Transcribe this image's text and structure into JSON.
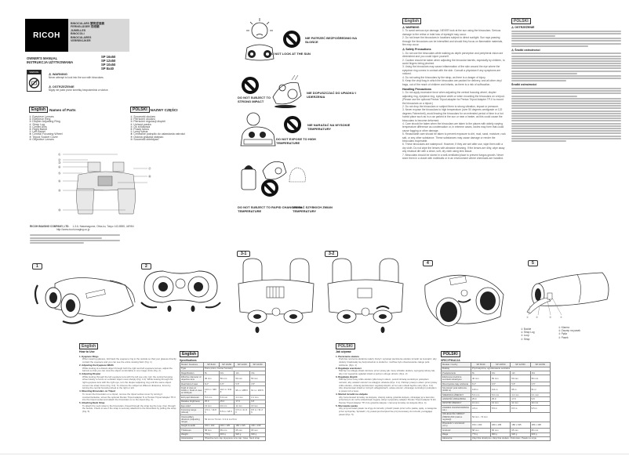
{
  "brand": {
    "logo": "RICOH",
    "product_names": [
      "BINOCULARS 雙筒望遠鏡",
      "FERNGLÄSER 双眼鏡",
      "JUMELLES",
      "BINOCOLI",
      "BINOCULARES",
      "VERREKIJKER"
    ]
  },
  "manual": {
    "title_en": "OWNER'S MANUAL",
    "title_pl": "INSTRUKCJA UŻYTKOWANIA",
    "models": [
      "SP 16x50",
      "SP 12x50",
      "SP 10x50",
      "SP 8x40"
    ]
  },
  "warning_box": {
    "icon_label": "WARNING",
    "warning_title": "WARNING",
    "warning_text": "Never attempt to look into the sun with binoculars.",
    "ostrzezenie_title": "OSTRZEŻENIE",
    "ostrzezenie_text": "Nigdy nie patrz przez lornetkę bezpośrednio w słońce."
  },
  "parts_en": {
    "lang": "English",
    "title": "Names of Parts",
    "items": [
      "Eyepiece Lenses",
      "Eyepiece Ring",
      "Diopter Adjusting Ring",
      "Strap Lug",
      "Center Axis",
      "Right Barrel",
      "Left Barrel",
      "Central Focusing Wheel",
      "Tripod Socket Cover",
      "Objective Lenses"
    ]
  },
  "parts_pl": {
    "lang": "POLSKI",
    "title": "NAZWY CZĘŚCI",
    "items": [
      "Soczewki okularu",
      "Pierścień okularu",
      "Pierścień regulacji dioptrii",
      "Uchwyt paska",
      "Oś środkowa",
      "Prawy tubus",
      "Lewy tubus",
      "Centralne pokrętło do ustawiania ostrości",
      "Osłona gniazda statywu",
      "Soczewki obiektywu"
    ]
  },
  "diagram_callouts": [
    "①",
    "②",
    "③",
    "④",
    "⑤",
    "⑥",
    "⑦",
    "⑧",
    "⑨",
    "⑩"
  ],
  "company_footer": {
    "company": "RICOH IMAGING COMPANY, LTD.",
    "address": "1-3-6, Nakamagome, Ohta-ku, Tokyo 143-8555, JAPAN",
    "web": "http://www.ricoh-imaging.co.jp"
  },
  "pictograms": [
    {
      "en": "DO NOT LOOK AT THE SUN",
      "pl": "NIE PATRZEĆ BEZPOŚREDNIO NA SŁOŃCE"
    },
    {
      "en": "DO NOT SUBJECT TO STRONG IMPACT",
      "pl": "NIE DOPUSZCZAĆ DO UPADKU I UDERZENIA"
    },
    {
      "en": "DO NOT EXPOSE TO HIGH TEMPERATURE",
      "pl": "NIE NARAŻAĆ NA WYSOKIE TEMPERATURY"
    },
    {
      "en": "DO NOT SUBJECT TO RAPID CHANGES IN TEMPERATURE",
      "pl": "UNIKAĆ SZYBKICH ZMIAN TEMPERATURY"
    }
  ],
  "safety_en": {
    "lang": "English",
    "warning_title": "WARNING",
    "warnings": [
      "To avoid serious eye damage, NEVER look at the sun using the binoculars. Serious damage to the retina or total loss of eyesight may occur.",
      "Do not leave the binoculars in locations subject to direct sunlight. Sun rays passing through the binoculars can be intensified and should they focus on flammable materials, fire may occur."
    ],
    "safety_title": "Safety Precautions",
    "safety": [
      "Do not use the binoculars while walking as depth perception and peripheral vision are diminished and you could injure yourself.",
      "Caution should be taken when adjusting the binocular barrels, especially by children, to avoid fingers being pinched.",
      "Using the binoculars may cause inflammation of the skin around the eye where the eyepiece ring comes in contact with the skin. Consult a physician if any symptoms are noticed.",
      "Do not swing the binoculars by the strap, as there is a danger of injury.",
      "Keep the vinyl bag in which the binoculars are packed for delivery, and all other vinyl bags, out of the reach of children and infants, as there is a risk of suffocation."
    ],
    "handling_title": "Handling Precautions",
    "handling": [
      "Do not apply excessive force when adjusting the central focusing wheel, diopter adjusting ring, eyepiece ring, eyepiece width or when mounting the binoculars on a tripod. (Please use the optional Pentax Tripod adapter for Pentax Tripod Adapter TP-II to mount the binoculars on a tripod.)",
      "Do not drop the binoculars or subject them to strong vibration, impact or pressure.",
      "Never expose the binoculars to high temperature (over 50 degrees centigrade or 122 degrees Fahrenheit), avoid leaving the binoculars for an extended period of time in a hot humid place such as in a car parked in the sun or near a heater, as this could cause the binoculars to become deformed.",
      "Care should be taken when the binoculars are taken to the places with widely varying temperature difference as condensation or, in extreme cases, icicles may form that could cause fogging or other damage.",
      "Reasonable care should be taken to prevent exposure to dirt, mud, sand, moisture, rock salt, or any other substance. These substances may cause damage or render the binoculars inoperable.",
      "These binoculars are waterproof. However, if they are wet after use, wipe them with a dry cloth. Do not wipe the lenses with abrasive cleaning. If the lenses are dirty, wipe away any residual dirt with a clean, soft, dry cloth using lens tissue.",
      "Binoculars should be stored in a well-ventilated place to prevent fungus growth. Never store them in a closet with mothballs or in an environment where chemicals are handled."
    ]
  },
  "safety_pl": {
    "lang": "POLSKI",
    "warning_title": "OSTRZEŻENIE",
    "safety_title": "Środki ostrożności",
    "handling_title": "Środki ostrożności"
  },
  "figures": [
    {
      "tag": "1"
    },
    {
      "tag": "2"
    },
    {
      "tag": "3-1"
    },
    {
      "tag": "3-2"
    },
    {
      "tag": "4"
    },
    {
      "tag": "5"
    }
  ],
  "strap_legend": {
    "en": [
      "Buckle",
      "Strap Lug",
      "Loop",
      "Strap"
    ],
    "pl": [
      "Klamra",
      "Zaczep na pasek",
      "Pętla",
      "Pasek"
    ],
    "nums": [
      "①",
      "②",
      "③",
      "④"
    ]
  },
  "howto_en": {
    "lang": "English",
    "title": "How to Use",
    "sections": [
      {
        "num": "1.",
        "title": "Eyepiece Rings",
        "text": "When wearing glasses, fold back the eyepiece ring to the outside so that your glasses directly contact the eyepiece and you can see the entire viewing field. (Fig. 1)"
      },
      {
        "num": "2.",
        "title": "Adjusting the Eyepiece Width",
        "text": "While looking at a distant object through both the right and left eyepiece lenses, adjust the barrels so that you can view the object comfortably in one image circle (Fig. 2)."
      },
      {
        "num": "3.",
        "title": "Adjusting Diopter",
        "text": "While looking through the left eyepiece lens with the left eye only, turn the central focusing wheel slowly to focus on a distant object most sharply (Fig. 3-1). While looking through the right eyepiece lens with the right eye, turn the diopter adjusting ring until the same object comes into sharp focus (Fig. 3-2). To observe the subject at different distances, focus by turning the central focusing wheel to the right or left."
      },
      {
        "num": "4.",
        "title": "Mounting Binoculars on Tripod",
        "text": "To mount the binoculars on a tripod, remove the tripod socket cover by turning it counterclockwise, screw the optional Pentax Tripod adapter N or Pentax Tripod Adapter TP-II into the tripod socket and attach the binoculars on to the tripod (Fig. 4)."
      },
      {
        "num": "5.",
        "title": "Attaching Neck Strap",
        "text": "To attach the neck strap to the binoculars, thread through the strap lug the loop, then through the buckle. Check to see if the strap is securely attached to the binoculars by pulling the strap (Fig. 5)."
      }
    ]
  },
  "spec_en": {
    "lang": "English",
    "title": "Specifications",
    "header_corner_top": "Model",
    "header_corner_bottom": "Features",
    "models": [
      "SP 8x40",
      "SP 10x50",
      "SP 12x50",
      "SP 16x50"
    ],
    "rows": [
      {
        "label": "Type",
        "span": "Porro prism, Center focusing"
      },
      {
        "label": "Magnification",
        "cells": [
          "8x",
          "10x",
          "12x",
          "16x"
        ]
      },
      {
        "label": "Effective diameter of objective lens",
        "cells": [
          "40 mm",
          "50 mm",
          "50 mm",
          "50 mm"
        ]
      },
      {
        "label": "Real field of view",
        "cells": [
          "8.2°",
          "6.5°",
          "5.5°",
          "3.5°"
        ]
      },
      {
        "label": "Field of view at 1000m / Field of view at 1000yds",
        "cells": [
          "143 m / 429 ft",
          "114 m / 341 ft",
          "96 m / 288 ft",
          "61 m / 183 ft"
        ]
      },
      {
        "label": "Exit pupil diameter",
        "cells": [
          "5.0 mm",
          "5.0 mm",
          "4.2 mm",
          "3.1 mm"
        ]
      },
      {
        "label": "Relative brightness",
        "cells": [
          "25.0",
          "25.0",
          "17.6",
          "9.8"
        ]
      },
      {
        "label": "Eye relief",
        "cells": [
          "13 mm",
          "13 mm",
          "11 mm",
          "10 mm"
        ]
      },
      {
        "label": "Focusing range (About)",
        "cells": [
          "4.5 m / 14.8 ft",
          "5.5 m / 18 ft",
          "6.5 m / 21.3 ft",
          "9.5 m / 31.2 ft"
        ]
      },
      {
        "label": "Interpupillary distance (Adjusting range)",
        "span": "54 mm to 74 mm / 2.1 in to 2.9 in"
      },
      {
        "label": "Height & width",
        "cells": [
          "150 x 190",
          "180 x 195",
          "180 x 195",
          "180 x 195"
        ]
      },
      {
        "label": "Thickness",
        "cells": [
          "58 mm",
          "65 mm",
          "65 mm",
          "65 mm"
        ]
      },
      {
        "label": "Weight",
        "cells": [
          "770 g",
          "900 g",
          "920 g",
          "930 g"
        ]
      },
      {
        "label": "Accessories",
        "span": "Objective lens cap, Eyepiece lens cap, Case, Neck strap"
      }
    ]
  },
  "howto_pl": {
    "lang": "POLSKI",
    "title": "Jak używać",
    "sections": [
      {
        "num": "1.",
        "title": "Pierścienie okularu",
        "text": "Podczas noszenia okularów należy złożyć i wywinąć pierścienie okularu lornetki na zewnątrz, aby okulary znajdowały się bezpośrednio w okularze i możliwe było obserwowanie całego pola widzenia. (Rys. 1)"
      },
      {
        "num": "2.",
        "title": "Regulacja szerokości",
        "text": "Patrząc na odległy obiekt zarówno przez prawy jak i lewy szkiełko okularu, wyreguluj tubusy tak, aby móc wygodnie oglądać obiekt w jednym okręgu obrazu. (Rys. 2)"
      },
      {
        "num": "3.",
        "title": "Regulacja dioptrii",
        "text": "Patrząc przez lewy szkło okularu tylko lewym okiem, powoli obracaj centralnym pokrętłem ostrości, aby ustawić ostrość na odległym obiekcie (Rys. 3-1). Patrząc prawym okiem przez prawy szkło okularu, obracaj pierścieniem regulacji dioptrii, aż ten sam obiekt będzie ostry (Rys. 3-2). Aby obserwować obiekt w różnych odległościach, ustaw ostrość, obracając centralnym pokrętłem w prawo lub w lewo."
      },
      {
        "num": "4.",
        "title": "Montaż lornetki na statywie",
        "text": "Aby zamontować lornetkę na statywie, zdejmij osłonę gniazda statywu, obracając ją w kierunku przeciwnym do ruchu wskazówek zegara, wkręć opcjonalny adapter Pentax Tripod adapter N lub Pentax Tripod Adapter TP-II do gniazda statywu i zamocuj lornetkę na statywie (Rys. 4)."
      },
      {
        "num": "5.",
        "title": "Mocowanie paska",
        "text": "Aby przymocować pasek na szyję do lornetki, przełóż pasek przez ucho paska, pętlę, a następnie przez sprzączkę. Sprawdź, czy pasek jest bezpiecznie przymocowany do lornetki, pociągając pasek (Rys. 5)."
      }
    ]
  },
  "spec_pl": {
    "lang": "POLSKI",
    "title": "SPECYFIKACJA",
    "header_corner_top": "Modele",
    "header_corner_bottom": "Cechy",
    "models": [
      "SP 8X40",
      "SP 10X50",
      "SP 12X50",
      "SP 16X50"
    ],
    "rows": [
      {
        "label": "Rodzaj",
        "span": "Pryzmatyczna, ogniskowanie centralne"
      },
      {
        "label": "Powiększenie",
        "cells": [
          "8x",
          "10x",
          "12x",
          "16x"
        ]
      },
      {
        "label": "Efektywna średnica soczewki obiektywu",
        "cells": [
          "40 mm",
          "50 mm",
          "50 mm",
          "50 mm"
        ]
      },
      {
        "label": "Rzeczywiste kąty widzenia",
        "cells": [
          "8.2°",
          "6.5°",
          "5.5°",
          "3.5°"
        ]
      },
      {
        "label": "Szerokość pola widzenia (1000 m)",
        "cells": [
          "143 m",
          "114 m",
          "96 m",
          "61 m"
        ]
      },
      {
        "label": "ŚREDNICA ŹRENICY",
        "cells": [
          "5.0 mm",
          "5.0 mm",
          "4.2 mm",
          "3.1 mm"
        ]
      },
      {
        "label": "JASNOŚĆ WZGLĘDNA",
        "cells": [
          "25.0",
          "25.0",
          "17.6",
          "9.8"
        ]
      },
      {
        "label": "ODSTĘP ŹRENICY",
        "cells": [
          "13 mm",
          "13 mm",
          "11 mm",
          "10 mm"
        ]
      },
      {
        "label": "ZAKRES OGNISKOWANIA (ok.)",
        "cells": [
          "4.5 m",
          "5.5 m",
          "6.5 m",
          "9.5 m"
        ]
      },
      {
        "label": "ODLEGŁOŚĆ MIĘDZY ŹRENICAMI (zakres regulacji)",
        "span": "54 mm - 74 mm"
      },
      {
        "label": "Wysokość x szerokość (mm)",
        "cells": [
          "150 x 190",
          "180 x 195",
          "180 x 195",
          "180 x 195"
        ]
      },
      {
        "label": "Grubość",
        "cells": [
          "58 mm",
          "65 mm",
          "65 mm",
          "65 mm"
        ]
      },
      {
        "label": "Waga",
        "cells": [
          "770 g",
          "900 g",
          "920 g",
          "930 g"
        ]
      },
      {
        "label": "Akcesoria",
        "span": "Zatyczka obiektywu, Zatyczka okularu, Pokrowiec, Pasek na szyję"
      }
    ]
  }
}
